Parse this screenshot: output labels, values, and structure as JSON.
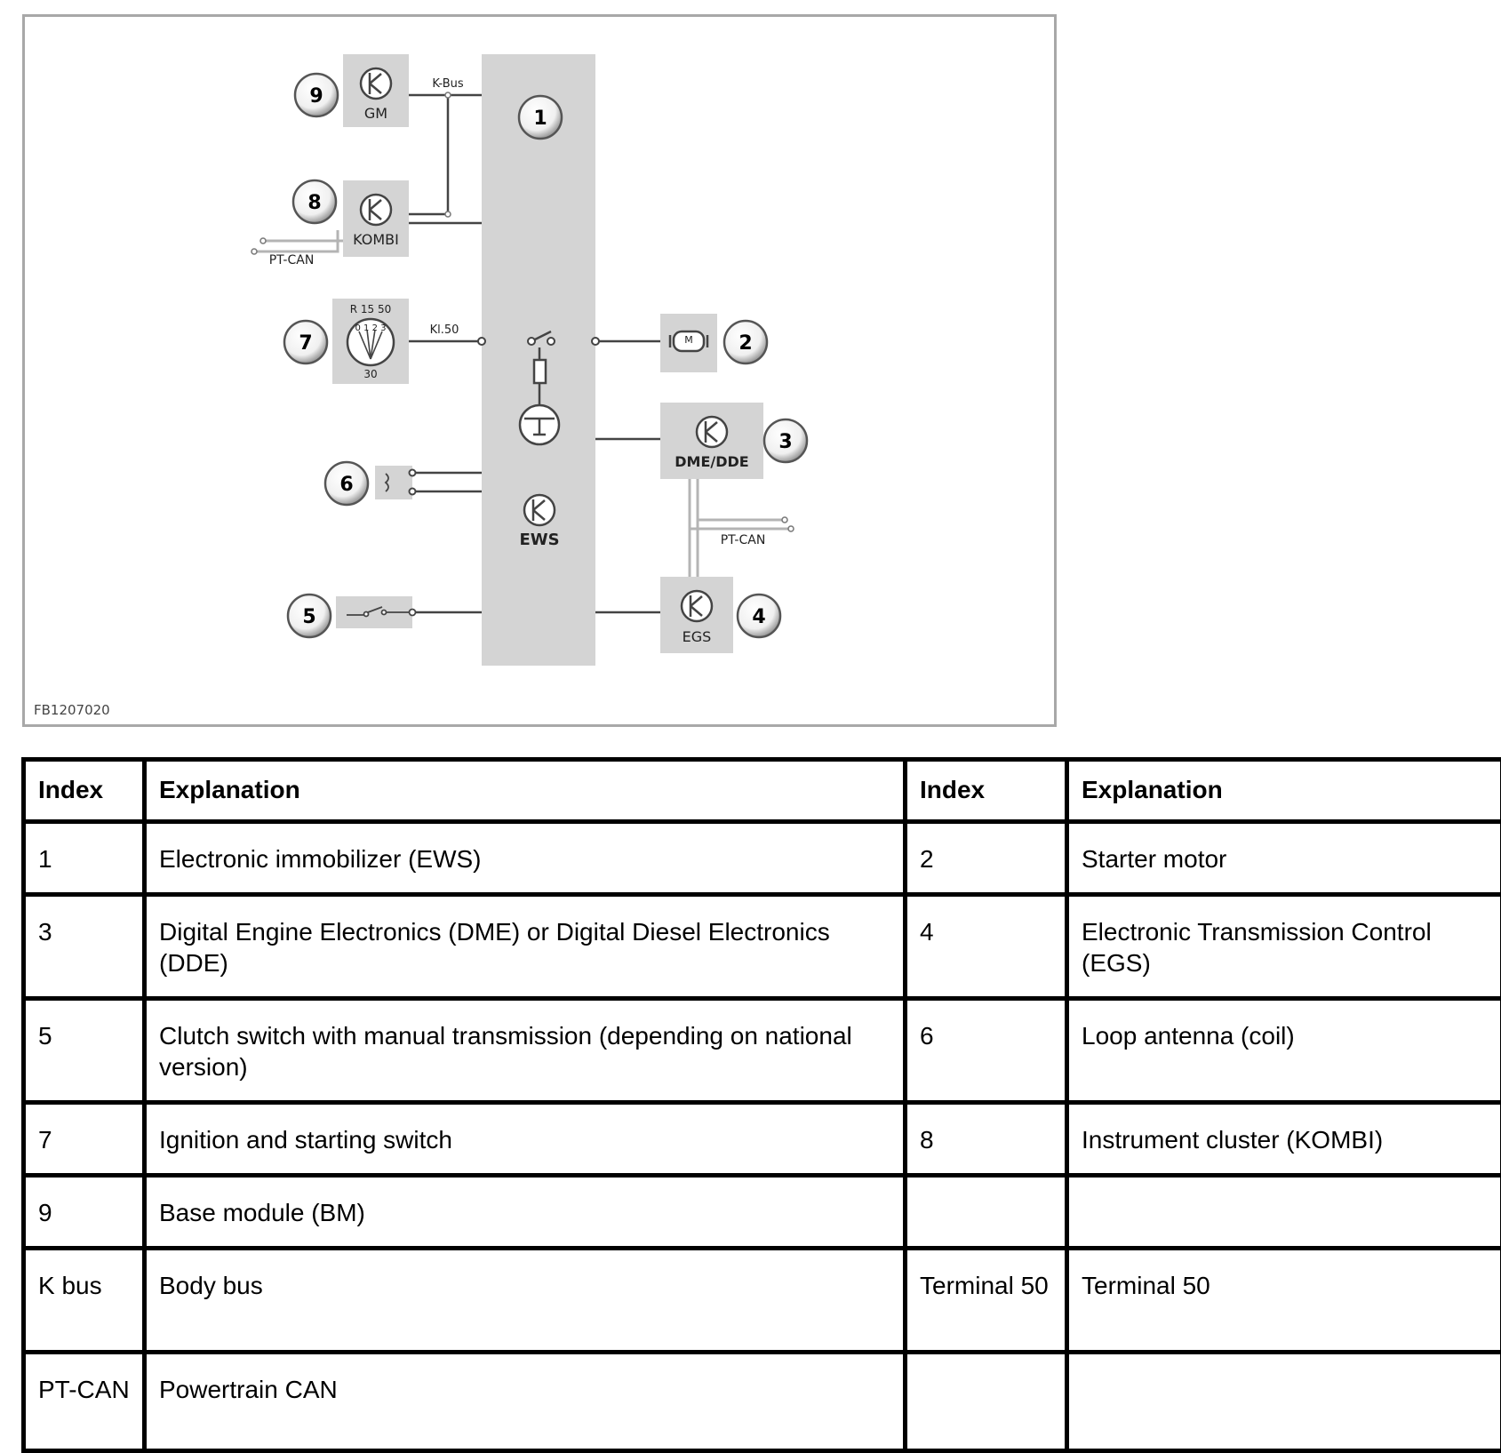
{
  "diagram": {
    "figure_code": "FB1207020",
    "callouts": [
      "1",
      "2",
      "3",
      "4",
      "5",
      "6",
      "7",
      "8",
      "9"
    ],
    "labels": {
      "gm": "GM",
      "kombi": "KOMBI",
      "ews": "EWS",
      "dme_dde": "DME/DDE",
      "egs": "EGS",
      "k_bus": "K-Bus",
      "pt_can_left": "PT-CAN",
      "pt_can_right": "PT-CAN",
      "kl50": "Kl.50",
      "switch_top": "R  15  50",
      "switch_dial": "0 1 2 3",
      "switch_bottom": "30",
      "motor": "M"
    },
    "colors": {
      "module_fill": "#d4d4d4",
      "line": "#444444",
      "bus_line": "#b4b4b4",
      "frame": "#a8a8a8"
    }
  },
  "table": {
    "headers": [
      "Index",
      "Explanation",
      "Index",
      "Explanation"
    ],
    "rows": [
      [
        "1",
        "Electronic immobilizer (EWS)",
        "2",
        "Starter motor"
      ],
      [
        "3",
        "Digital Engine Electronics (DME) or Digital Diesel Electronics (DDE)",
        "4",
        "Electronic Transmission Control (EGS)"
      ],
      [
        "5",
        "Clutch switch with manual transmission (depending on national version)",
        "6",
        "Loop antenna (coil)"
      ],
      [
        "7",
        "Ignition and starting switch",
        "8",
        "Instrument cluster (KOMBI)"
      ],
      [
        "9",
        "Base module (BM)",
        "",
        ""
      ],
      [
        "K bus",
        "Body bus",
        "Terminal 50",
        "Terminal 50"
      ],
      [
        "PT-CAN",
        "Powertrain CAN",
        "",
        ""
      ]
    ]
  }
}
